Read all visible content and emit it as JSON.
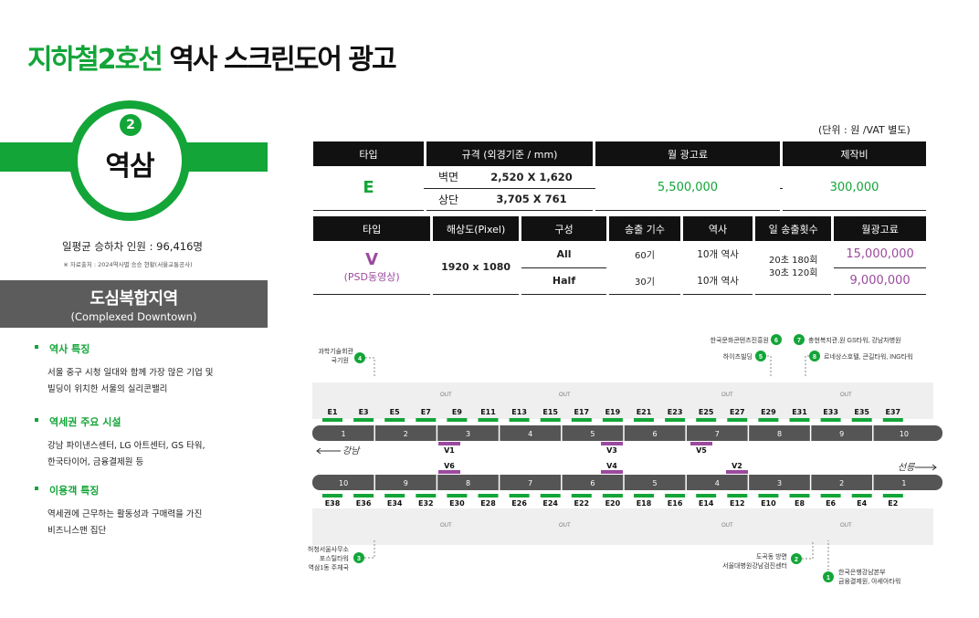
{
  "title": {
    "line": "지하철2호선",
    "rest": "역사 스크린도어 광고"
  },
  "station": {
    "line_number": "2",
    "name": "역삼"
  },
  "riders": "일평균 승하차 인원 : 96,416명",
  "source": "※ 자료출처 : 2024역사별 승승 현황(서울교통공사)",
  "zone": {
    "title": "도심복합지역",
    "subtitle": "(Complexed Downtown)"
  },
  "features": [
    {
      "head": "역사 특징",
      "lines": [
        "서울 중구 시청 일대와 함께 가장 많은 기업 및",
        "빌딩이 위치한 서울의 실리콘밸리"
      ]
    },
    {
      "head": "역세권 주요 시설",
      "lines": [
        "강남 파이낸스센터, LG 아트센터, GS 타워,",
        "한국타이어, 금융결제원 등"
      ]
    },
    {
      "head": "이용객 특징",
      "lines": [
        "역세권에 근무하는 활동성과 구매력을 가진",
        "비즈니스맨 집단"
      ]
    }
  ],
  "unit_note": "(단위 : 원 /VAT 별도)",
  "table1": {
    "headers": [
      "타입",
      "규격 (외경기준 / mm)",
      "월 광고료",
      "제작비"
    ],
    "type": "E",
    "rows": [
      {
        "label": "벽면",
        "size": "2,520 X 1,620"
      },
      {
        "label": "상단",
        "size": "3,705 X 761"
      }
    ],
    "monthly_fee": "5,500,000",
    "production_fee": "300,000"
  },
  "table2": {
    "headers": [
      "타입",
      "해상도(Pixel)",
      "구성",
      "송출 기수",
      "역사",
      "일 송출횟수",
      "월광고료"
    ],
    "type": "V",
    "type_sub": "(PSD동영상)",
    "resolution": "1920 x 1080",
    "rows": [
      {
        "config": "All",
        "count": "60기",
        "stations": "10개 역사",
        "fee": "15,000,000"
      },
      {
        "config": "Half",
        "count": "30기",
        "stations": "10개 역사",
        "fee": "9,000,000"
      }
    ],
    "daily": [
      "20초 180회",
      "30초 120회"
    ]
  },
  "map": {
    "top_exits": [
      "E1",
      "E3",
      "E5",
      "E7",
      "E9",
      "E11",
      "E13",
      "E15",
      "E17",
      "E19",
      "E21",
      "E23",
      "E25",
      "E27",
      "E29",
      "E31",
      "E33",
      "E35",
      "E37"
    ],
    "bottom_exits": [
      "E38",
      "E36",
      "E34",
      "E32",
      "E30",
      "E28",
      "E26",
      "E24",
      "E22",
      "E20",
      "E18",
      "E16",
      "E14",
      "E12",
      "E10",
      "E8",
      "E6",
      "E4",
      "E2"
    ],
    "top_cars": [
      "1",
      "2",
      "3",
      "4",
      "5",
      "6",
      "7",
      "8",
      "9",
      "10"
    ],
    "bottom_cars": [
      "10",
      "9",
      "8",
      "7",
      "6",
      "5",
      "4",
      "3",
      "2",
      "1"
    ],
    "v_top": [
      "V1",
      "V3",
      "V5"
    ],
    "v_bottom": [
      "V6",
      "V4",
      "V2"
    ],
    "dir_left": "강남",
    "dir_right": "선릉",
    "out": "OUT",
    "exits": {
      "e4": {
        "num": "4",
        "lines": [
          "과학기술회관",
          "국기원"
        ]
      },
      "e6": {
        "num": "6",
        "lines": [
          "한국문화콘텐츠진흥원"
        ]
      },
      "e5": {
        "num": "5",
        "lines": [
          "하이츠빌딩"
        ]
      },
      "e7": {
        "num": "7",
        "lines": [
          "충현복지관,원 GS타워, 강남차병원"
        ]
      },
      "e8": {
        "num": "8",
        "lines": [
          "르네상스호텔, 큰길타워, ING타워"
        ]
      },
      "e3": {
        "num": "3",
        "lines": [
          "특허청서울사무소",
          "포스틸타워",
          "역삼1동 주체국"
        ]
      },
      "e2": {
        "num": "2",
        "lines": [
          "도곡동 방면",
          "서울대병원강남검진센터"
        ]
      },
      "e1": {
        "num": "1",
        "lines": [
          "한국은행강남본부",
          "금융결제원, 아세아타워"
        ]
      }
    }
  },
  "colors": {
    "green": "#13a538",
    "purple": "#9b4a9e",
    "dark": "#111111",
    "gray": "#5c5c5c"
  }
}
